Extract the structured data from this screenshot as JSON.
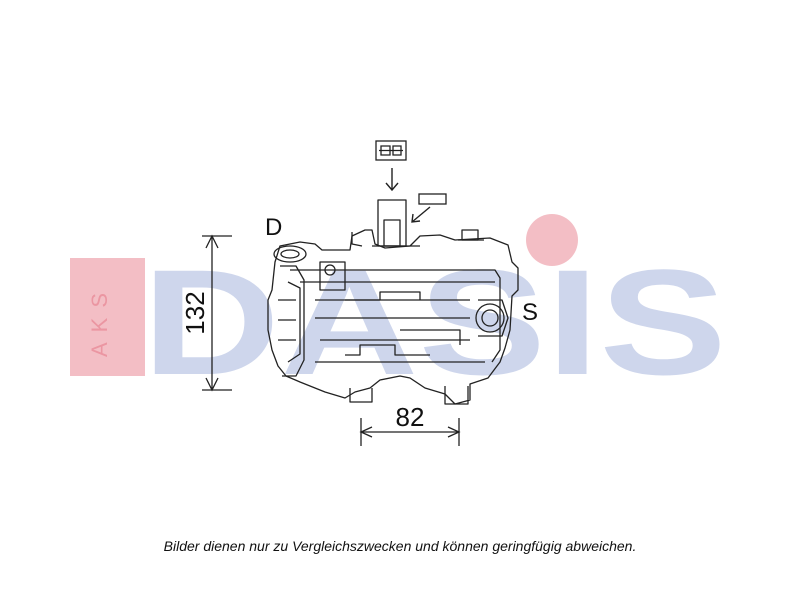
{
  "watermark": {
    "box_text": "AKS",
    "wordmark": "DASIS",
    "colors": {
      "pink": "#f2b8bf",
      "blue": "#c9d2ea"
    }
  },
  "diagram": {
    "port_discharge_label": "D",
    "port_suction_label": "S",
    "height_dimension": "132",
    "width_dimension": "82"
  },
  "caption": "Bilder dienen nur zu Vergleichszwecken und können geringfügig abweichen."
}
